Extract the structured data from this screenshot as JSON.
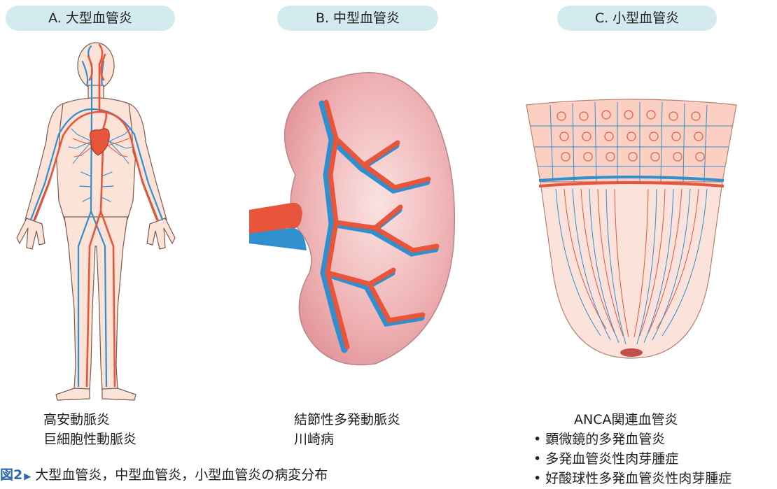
{
  "panels": [
    {
      "label": "A. 大型血管炎",
      "diseases": [
        "高安動脈炎",
        "巨細胞性動脈炎"
      ]
    },
    {
      "label": "B. 中型血管炎",
      "diseases": [
        "結節性多発動脈炎",
        "川崎病"
      ]
    },
    {
      "label": "C. 小型血管炎",
      "diseases": [
        "ANCA関連血管炎"
      ],
      "subtypes": [
        "顕微鏡的多発血管炎",
        "多発血管炎性肉芽腫症",
        "好酸球性多発血管炎性肉芽腫症"
      ]
    }
  ],
  "figure": {
    "number": "図2",
    "title": "大型血管炎，中型血管炎，小型血管炎の病変分布"
  },
  "colors": {
    "artery": "#e8553a",
    "vein": "#2f8fcf",
    "skin": "#fbe3d7",
    "kidney": "#eeb1b3",
    "pill": "#d3ebee"
  }
}
